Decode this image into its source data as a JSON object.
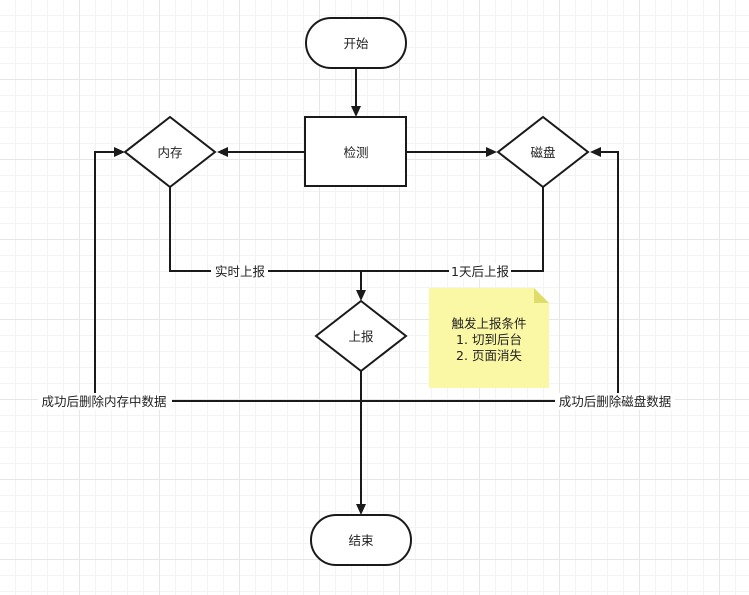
{
  "nodes": {
    "start": "开始",
    "detect": "检测",
    "memory": "内存",
    "disk": "磁盘",
    "report": "上报",
    "end": "结束"
  },
  "edge_labels": {
    "realtime": "实时上报",
    "next_day": "1天后上报",
    "delete_memory": "成功后删除内存中数据",
    "delete_disk": "成功后删除磁盘数据"
  },
  "note": {
    "title": "触发上报条件",
    "line1": "1. 切到后台",
    "line2": "2. 页面消失"
  }
}
